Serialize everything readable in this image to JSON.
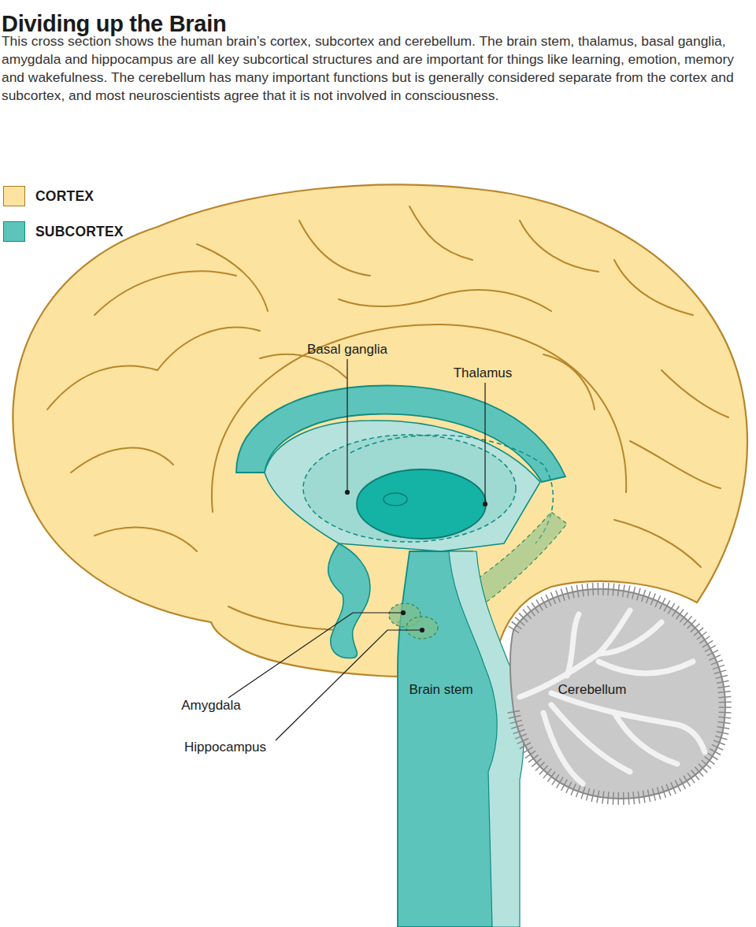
{
  "diagram": {
    "title": "Dividing up the Brain",
    "caption": "This cross section shows the human brain’s cortex, subcortex and cerebellum. The brain stem, thalamus, basal ganglia, amygdala and hippocampus are all key subcortical structures and are important for things like learning, emotion, memory and wakefulness. The cerebellum has many important functions but is generally considered separate from the cortex and subcortex, and most neuroscientists agree that it is not involved in consciousness.",
    "labels": [
      "Basal ganglia",
      "Thalamus",
      "Amygdala",
      "Hippocampus",
      "Brain stem",
      "Cerebellum"
    ],
    "legend": [
      {
        "text": "CORTEX",
        "color": "#fce3a0"
      },
      {
        "text": "SUBCORTEX",
        "color": "#5cc4bb"
      }
    ]
  }
}
